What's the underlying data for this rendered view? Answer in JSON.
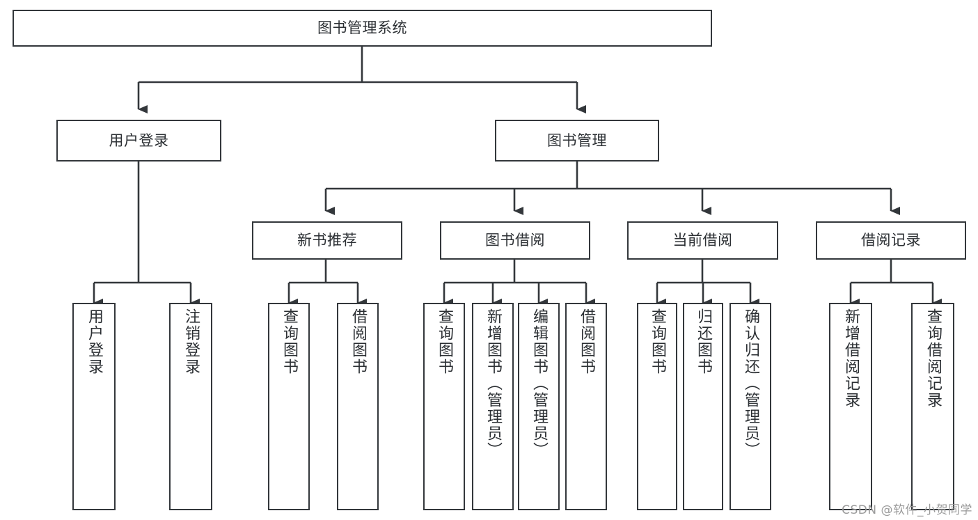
{
  "diagram": {
    "title": "图书管理系统",
    "type": "tree-hierarchy-chart",
    "line_color": "#33373b",
    "box_fill": "#ffffff",
    "text_color": "#2b2f33",
    "root": {
      "label": "图书管理系统"
    },
    "level2": [
      {
        "label": "用户登录"
      },
      {
        "label": "图书管理"
      }
    ],
    "level3": [
      {
        "label": "新书推荐"
      },
      {
        "label": "图书借阅"
      },
      {
        "label": "当前借阅"
      },
      {
        "label": "借阅记录"
      }
    ],
    "leaves": {
      "user_login": [
        {
          "label": "用户登录"
        },
        {
          "label": "注销登录"
        }
      ],
      "new_book_recommend": [
        {
          "label": "查询图书"
        },
        {
          "label": "借阅图书"
        }
      ],
      "book_borrow": [
        {
          "label": "查询图书"
        },
        {
          "label": "新增图书（管理员）"
        },
        {
          "label": "编辑图书（管理员）"
        },
        {
          "label": "借阅图书"
        }
      ],
      "current_borrow": [
        {
          "label": "查询图书"
        },
        {
          "label": "归还图书"
        },
        {
          "label": "确认归还（管理员）"
        }
      ],
      "borrow_record": [
        {
          "label": "新增借阅记录"
        },
        {
          "label": "查询借阅记录"
        }
      ]
    }
  },
  "watermark": {
    "text": "CSDN @软件_小贺同学"
  }
}
